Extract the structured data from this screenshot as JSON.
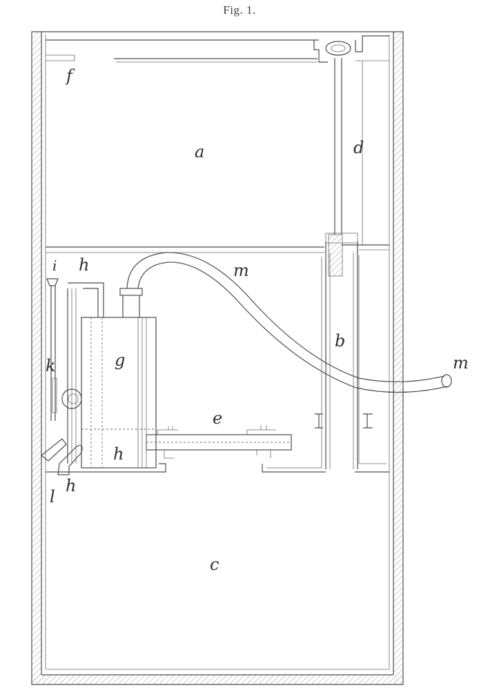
{
  "figure": {
    "title": "Fig. 1.",
    "stroke_color": "#4a4a4a",
    "background": "#ffffff"
  },
  "labels": {
    "a": "a",
    "b": "b",
    "c": "c",
    "d": "d",
    "e": "e",
    "f": "f",
    "g": "g",
    "h_top": "h",
    "h_lower": "h",
    "h_bottom": "h",
    "i": "i",
    "k": "k",
    "l": "l",
    "m_hose": "m",
    "m_end": "m"
  }
}
